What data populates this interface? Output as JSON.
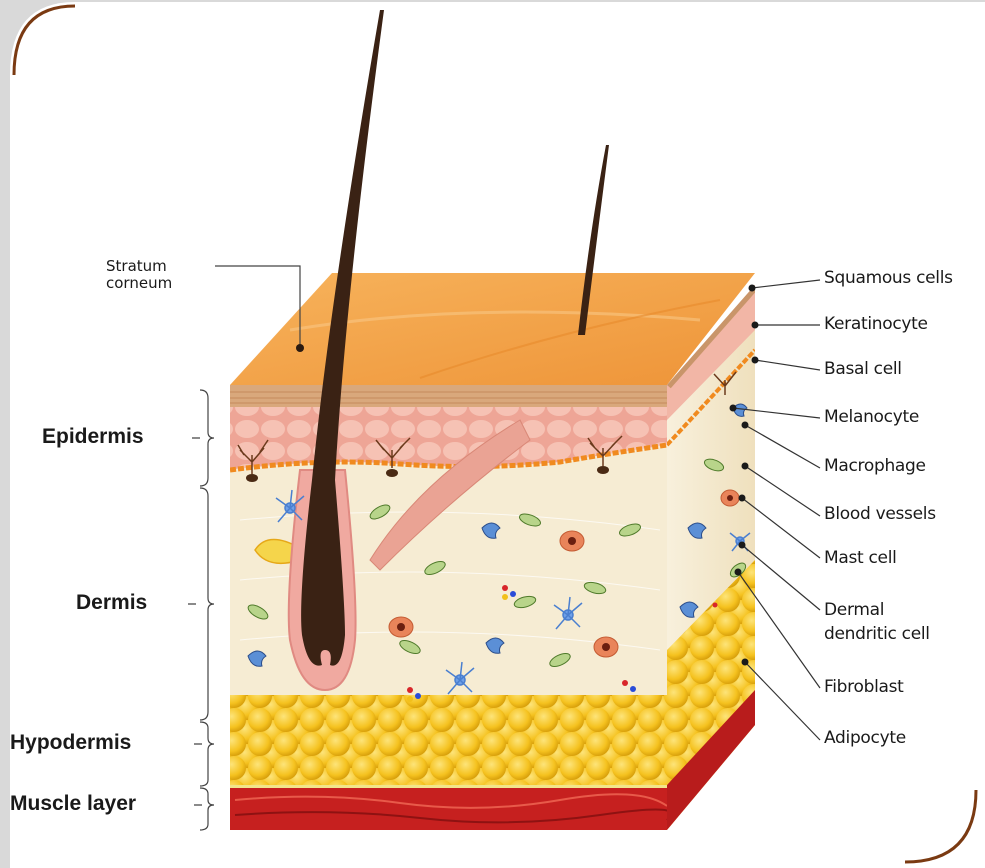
{
  "labels": {
    "left": {
      "stratum_corneum_line1": "Stratum",
      "stratum_corneum_line2": "corneum",
      "epidermis": "Epidermis",
      "dermis": "Dermis",
      "hypodermis": "Hypodermis",
      "muscle_layer": "Muscle layer"
    },
    "right": {
      "squamous_cells": "Squamous cells",
      "keratinocyte": "Keratinocyte",
      "basal_cell": "Basal cell",
      "melanocyte": "Melanocyte",
      "macrophage": "Macrophage",
      "blood_vessels": "Blood vessels",
      "mast_cell": "Mast cell",
      "dermal_dendritic_line1": "Dermal",
      "dermal_dendritic_line2": "dendritic cell",
      "fibroblast": "Fibroblast",
      "adipocyte": "Adipocyte"
    }
  },
  "colors": {
    "frame_border": "#7a3a12",
    "background": "#ffffff",
    "outer_background": "#d9d9d9",
    "surface": "#f4a24b",
    "epidermis": "#f2b8a8",
    "dermis": "#f5ead0",
    "fat": "#f5c21f",
    "muscle": "#c6201f",
    "hair": "#3a2214",
    "basal_line": "#f08a1f"
  }
}
